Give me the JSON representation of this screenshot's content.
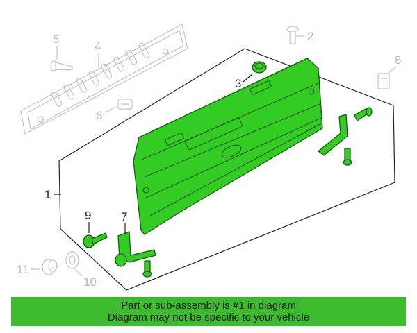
{
  "callouts": {
    "c1": "1",
    "c2": "2",
    "c3": "3",
    "c4": "4",
    "c5": "5",
    "c6": "6",
    "c7": "7",
    "c8": "8",
    "c9": "9",
    "c10": "10",
    "c11": "11"
  },
  "banner": {
    "line1": "Part or sub-assembly is #1 in diagram",
    "line2": "Diagram may not be specific to your vehicle"
  },
  "colors": {
    "highlight_part": "#33cc22",
    "banner_bg": "#3cbc2c",
    "faded_part": "#c4c4c4"
  }
}
